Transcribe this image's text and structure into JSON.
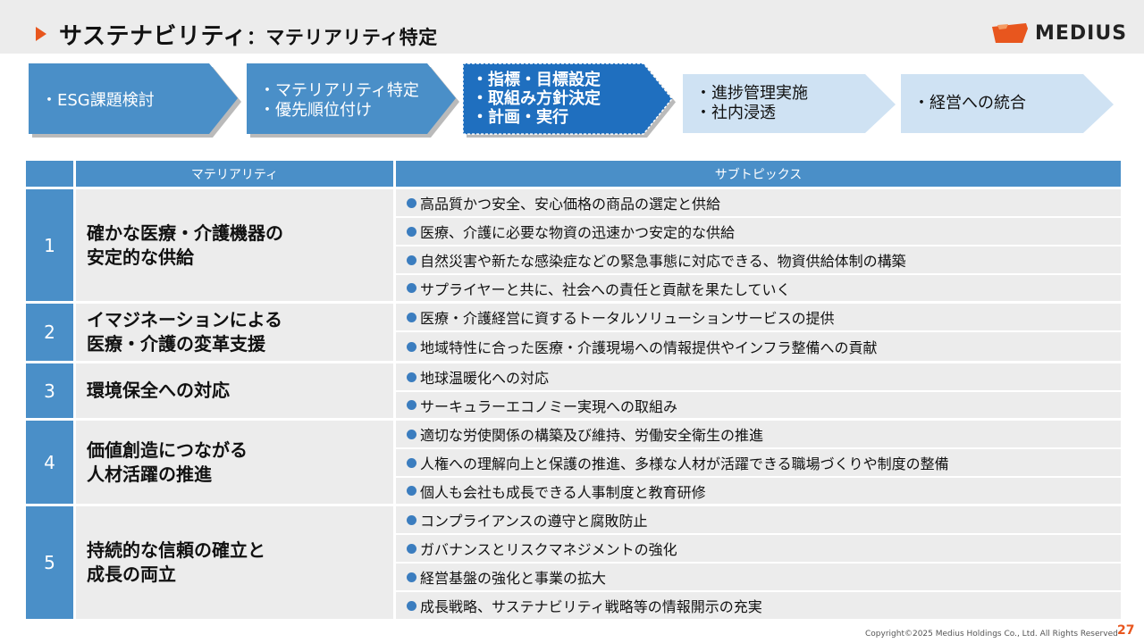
{
  "header": {
    "title": "サステナビリティ",
    "subtitle": "：マテリアリティ特定",
    "logo_text": "MEDIUS"
  },
  "colors": {
    "accent": "#e8561e",
    "blue": "#4a8fc8",
    "dark_blue": "#1f6fbf",
    "light_blue": "#cfe2f3",
    "row_bg": "#ececec"
  },
  "flow": [
    {
      "lines": [
        "・ESG課題検討"
      ]
    },
    {
      "lines": [
        "・マテリアリティ特定",
        "・優先順位付け"
      ]
    },
    {
      "lines": [
        "・指標・目標設定",
        "・取組み方針決定",
        "・計画・実行"
      ]
    },
    {
      "lines": [
        "・進捗管理実施",
        "・社内浸透"
      ]
    },
    {
      "lines": [
        "・経営への統合"
      ]
    }
  ],
  "table": {
    "headers": {
      "materiality": "マテリアリティ",
      "subtopics": "サブトピックス"
    },
    "rows": [
      {
        "num": "1",
        "materiality": [
          "確かな医療・介護機器の",
          "安定的な供給"
        ],
        "subtopics": [
          "高品質かつ安全、安心価格の商品の選定と供給",
          "医療、介護に必要な物資の迅速かつ安定的な供給",
          "自然災害や新たな感染症などの緊急事態に対応できる、物資供給体制の構築",
          "サプライヤーと共に、社会への責任と貢献を果たしていく"
        ]
      },
      {
        "num": "2",
        "materiality": [
          "イマジネーションによる",
          "医療・介護の変革支援"
        ],
        "subtopics": [
          "医療・介護経営に資するトータルソリューションサービスの提供",
          "地域特性に合った医療・介護現場への情報提供やインフラ整備への貢献"
        ]
      },
      {
        "num": "3",
        "materiality": [
          "環境保全への対応"
        ],
        "subtopics": [
          "地球温暖化への対応",
          "サーキュラーエコノミー実現への取組み"
        ]
      },
      {
        "num": "4",
        "materiality": [
          "価値創造につながる",
          "人材活躍の推進"
        ],
        "subtopics": [
          "適切な労使関係の構築及び維持、労働安全衛生の推進",
          "人権への理解向上と保護の推進、多様な人材が活躍できる職場づくりや制度の整備",
          "個人も会社も成長できる人事制度と教育研修"
        ]
      },
      {
        "num": "5",
        "materiality": [
          "持続的な信頼の確立と",
          "成長の両立"
        ],
        "subtopics": [
          "コンプライアンスの遵守と腐敗防止",
          "ガバナンスとリスクマネジメントの強化",
          "経営基盤の強化と事業の拡大",
          "成長戦略、サステナビリティ戦略等の情報開示の充実"
        ]
      }
    ]
  },
  "footer": {
    "copyright": "Copyright©2025 Medius Holdings Co., Ltd. All Rights Reserved",
    "page": "27"
  }
}
